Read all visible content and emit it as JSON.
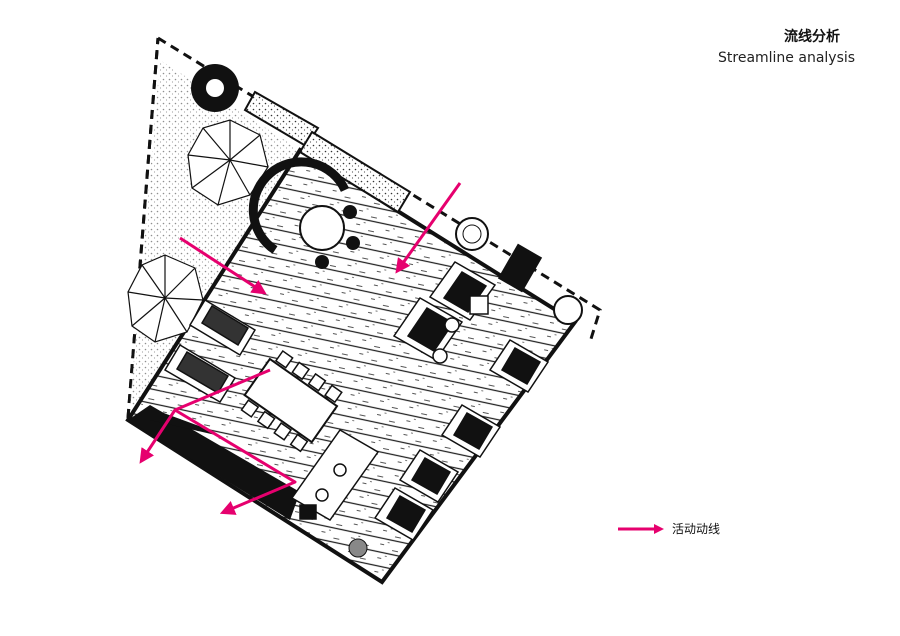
{
  "title": {
    "cn": "流线分析",
    "en": "Streamline analysis"
  },
  "legend": {
    "label": "活动动线",
    "color": "#e6006e"
  },
  "colors": {
    "flow": "#e6006e",
    "ink": "#111111",
    "paper": "#ffffff"
  }
}
